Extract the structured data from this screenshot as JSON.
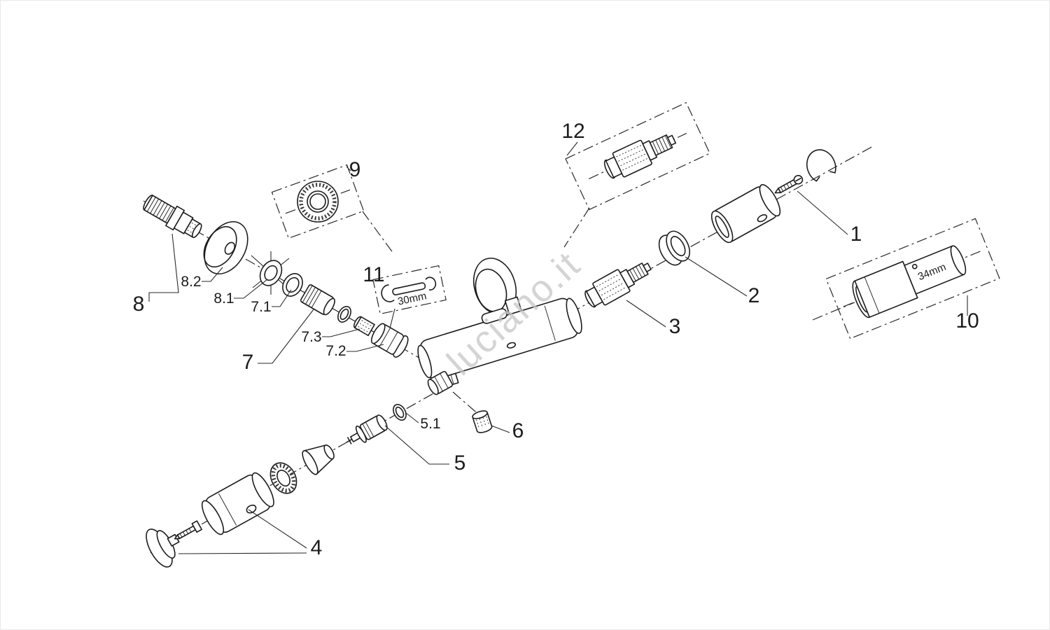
{
  "colors": {
    "background": "#ffffff",
    "line": "#1c1c1c",
    "watermark": "#c6c6c6"
  },
  "watermark": "luciano.it",
  "callouts": {
    "c1": "1",
    "c2": "2",
    "c3": "3",
    "c4": "4",
    "c5": "5",
    "c6": "6",
    "c7": "7",
    "c8": "8",
    "c9": "9",
    "c10": "10",
    "c11": "11",
    "c12": "12",
    "c5_1": "5.1",
    "c7_1": "7.1",
    "c7_2": "7.2",
    "c7_3": "7.3",
    "c8_1": "8.1",
    "c8_2": "8.2"
  },
  "annotations": {
    "wrench_size": "30mm",
    "sleeve_size": "34mm"
  }
}
